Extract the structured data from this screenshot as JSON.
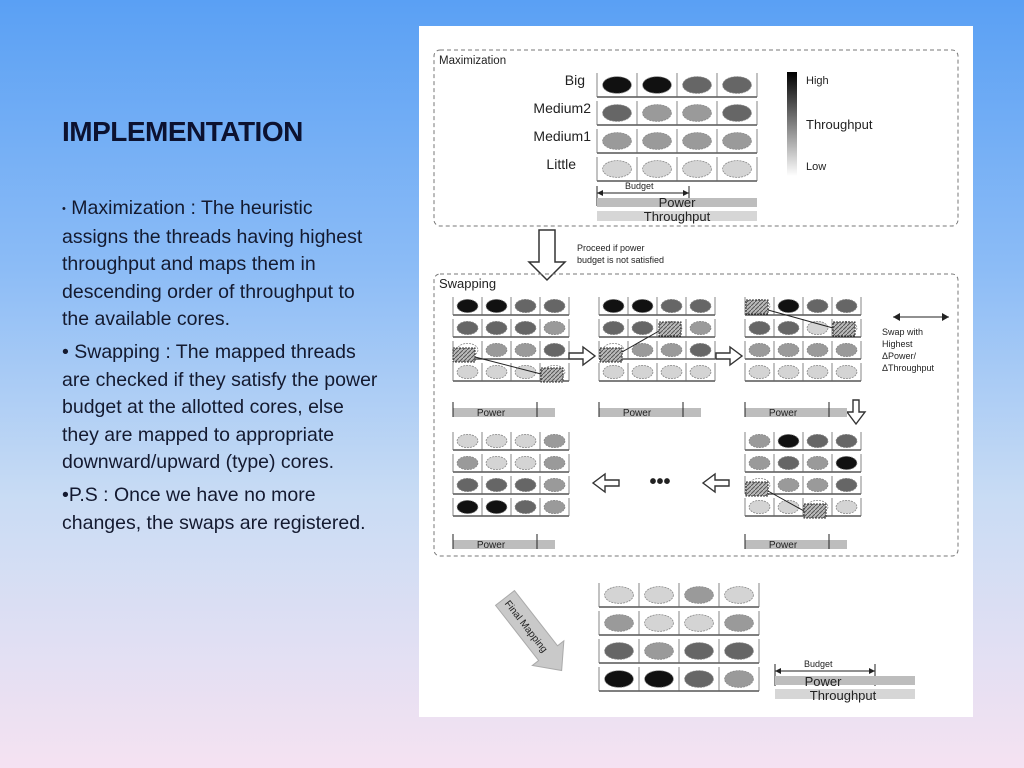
{
  "slide": {
    "title": "IMPLEMENTATION",
    "bullets": [
      {
        "marker": "•",
        "text": "Maximization : The heuristic assigns the threads having highest throughput and maps them in descending order of throughput to the available cores."
      },
      {
        "marker": "•",
        "text": "Swapping : The mapped threads are checked if they satisfy the power budget at the allotted cores, else they are mapped to appropriate downward/upward (type) cores."
      },
      {
        "marker": "•",
        "text": "P.S : Once we have no more changes, the swaps are registered."
      }
    ]
  },
  "figure": {
    "maximization_label": "Maximization",
    "core_types": [
      "Big",
      "Medium2",
      "Medium1",
      "Little"
    ],
    "scale": {
      "high": "High",
      "mid": "Throughput",
      "low": "Low"
    },
    "budget_label": "Budget",
    "power_label": "Power",
    "throughput_label": "Throughput",
    "proceed_note": [
      "Proceed if power",
      "budget is not satisfied"
    ],
    "swapping_label": "Swapping",
    "swap_note": [
      "Swap with",
      "Highest",
      "ΔPower/",
      "ΔThroughput"
    ],
    "ellipsis": "•••",
    "final_label": "Final Mapping",
    "shade_colors": {
      "big": "#111111",
      "medium2": "#666666",
      "medium1": "#9a9a9a",
      "little": "#d4d4d4"
    }
  }
}
